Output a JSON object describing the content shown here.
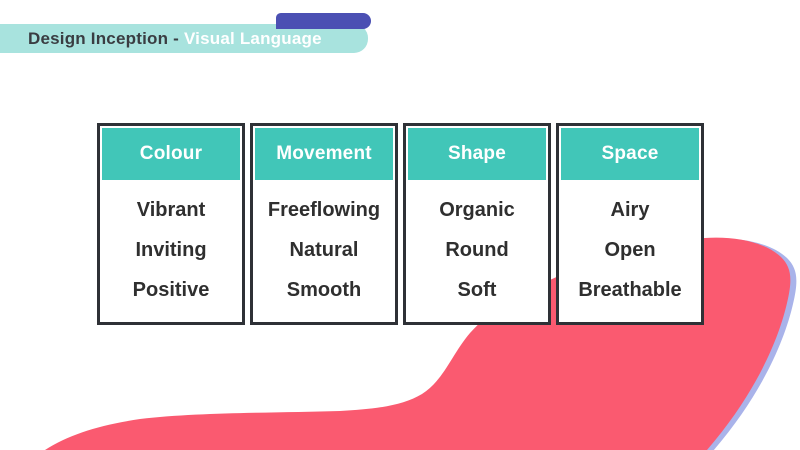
{
  "header": {
    "title_prefix": "Design Inception -",
    "title_accent": "Visual Language"
  },
  "cards": [
    {
      "title": "Colour",
      "items": [
        "Vibrant",
        "Inviting",
        "Positive"
      ]
    },
    {
      "title": "Movement",
      "items": [
        "Freeflowing",
        "Natural",
        "Smooth"
      ]
    },
    {
      "title": "Shape",
      "items": [
        "Organic",
        "Round",
        "Soft"
      ]
    },
    {
      "title": "Space",
      "items": [
        "Airy",
        "Open",
        "Breathable"
      ]
    }
  ],
  "colors": {
    "card_header_teal": "#41c6b8",
    "header_bar_teal": "#a8e3de",
    "header_tab_purple": "#4b50b3",
    "blob_pink": "#fa5a70",
    "blob_periwinkle": "#a9b3ea",
    "card_border": "#2e3136",
    "dark_text": "#3a3d42"
  }
}
